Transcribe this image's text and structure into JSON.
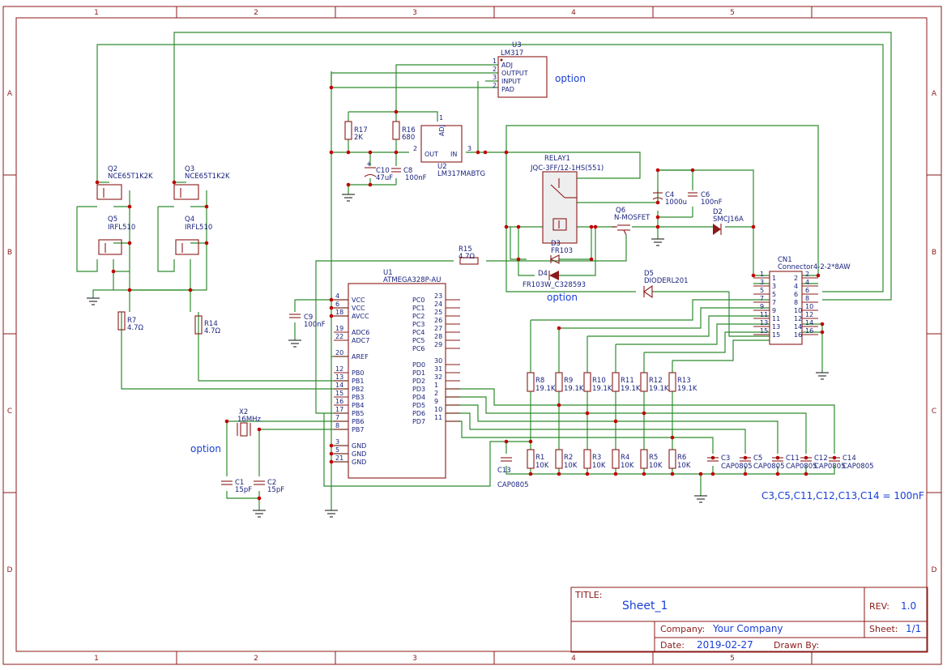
{
  "frame": {
    "columns": [
      "1",
      "2",
      "3",
      "4",
      "5"
    ],
    "rows": [
      "A",
      "B",
      "C",
      "D"
    ]
  },
  "notes": {
    "option_top": "option",
    "option_mid": "option",
    "option_left": "option",
    "cap_note": "C3,C5,C11,C12,C13,C14 = 100nF"
  },
  "parts": {
    "u3": {
      "ref": "U3",
      "value": "LM317",
      "pins": [
        "ADJ",
        "OUTPUT",
        "INPUT",
        "PAD"
      ],
      "pin_nums": [
        "1",
        "2",
        "3",
        "2"
      ]
    },
    "u2": {
      "ref": "U2",
      "value": "LM317MABTG",
      "out": "OUT",
      "in": "IN",
      "adj": "ADJ",
      "pin2": "2",
      "pin3": "3",
      "pin1": "1"
    },
    "r17": {
      "ref": "R17",
      "value": "2K"
    },
    "r16": {
      "ref": "R16",
      "value": "680"
    },
    "c10": {
      "ref": "C10",
      "value": "47uF"
    },
    "c8": {
      "ref": "C8",
      "value": "100nF"
    },
    "relay": {
      "ref": "RELAY1",
      "value": "JQC-3FF/12-1HS(551)"
    },
    "c4": {
      "ref": "C4",
      "value": "1000u"
    },
    "c6": {
      "ref": "C6",
      "value": "100nF"
    },
    "q6": {
      "ref": "Q6",
      "value": "N-MOSFET"
    },
    "d2": {
      "ref": "D2",
      "value": "SMCJ16A"
    },
    "d3": {
      "ref": "D3",
      "value": "FR103"
    },
    "d4": {
      "ref": "D4",
      "value": "FR103W_C328593"
    },
    "d5": {
      "ref": "D5",
      "value": "DIODERL201"
    },
    "r15": {
      "ref": "R15",
      "value": "4.7Ω"
    },
    "q2": {
      "ref": "Q2",
      "value": "NCE65T1K2K"
    },
    "q3": {
      "ref": "Q3",
      "value": "NCE65T1K2K"
    },
    "q5": {
      "ref": "Q5",
      "value": "IRFL510"
    },
    "q4": {
      "ref": "Q4",
      "value": "IRFL510"
    },
    "r7": {
      "ref": "R7",
      "value": "4.7Ω"
    },
    "r14": {
      "ref": "R14",
      "value": "4.7Ω"
    },
    "c9": {
      "ref": "C9",
      "value": "100nF"
    },
    "x2": {
      "ref": "X2",
      "value": "16MHz"
    },
    "c1": {
      "ref": "C1",
      "value": "15pF"
    },
    "c2": {
      "ref": "C2",
      "value": "15pF"
    },
    "u1": {
      "ref": "U1",
      "value": "ATMEGA328P-AU"
    },
    "cn1": {
      "ref": "CN1",
      "value": "Connector4-2-2*8AW"
    },
    "c13": {
      "ref": "C13",
      "value": "CAP0805"
    },
    "c3": {
      "ref": "C3",
      "value": "CAP0805"
    },
    "c5": {
      "ref": "C5",
      "value": "CAP0805"
    },
    "c11": {
      "ref": "C11",
      "value": "CAP0805"
    },
    "c12": {
      "ref": "C12",
      "value": "CAP0805"
    },
    "c14": {
      "ref": "C14",
      "value": "CAP0805"
    }
  },
  "upper_resistors": [
    {
      "ref": "R8",
      "value": "19.1K"
    },
    {
      "ref": "R9",
      "value": "19.1K"
    },
    {
      "ref": "R10",
      "value": "19.1K"
    },
    {
      "ref": "R11",
      "value": "19.1K"
    },
    {
      "ref": "R12",
      "value": "19.1K"
    },
    {
      "ref": "R13",
      "value": "19.1K"
    }
  ],
  "lower_resistors": [
    {
      "ref": "R1",
      "value": "10K"
    },
    {
      "ref": "R2",
      "value": "10K"
    },
    {
      "ref": "R3",
      "value": "10K"
    },
    {
      "ref": "R4",
      "value": "10K"
    },
    {
      "ref": "R5",
      "value": "10K"
    },
    {
      "ref": "R6",
      "value": "10K"
    }
  ],
  "u1_left_pins": [
    {
      "num": "4",
      "name": "VCC"
    },
    {
      "num": "6",
      "name": "VCC"
    },
    {
      "num": "18",
      "name": "AVCC"
    },
    {
      "num": "19",
      "name": "ADC6"
    },
    {
      "num": "22",
      "name": "ADC7"
    },
    {
      "num": "20",
      "name": "AREF"
    },
    {
      "num": "12",
      "name": "PB0"
    },
    {
      "num": "13",
      "name": "PB1"
    },
    {
      "num": "14",
      "name": "PB2"
    },
    {
      "num": "15",
      "name": "PB3"
    },
    {
      "num": "16",
      "name": "PB4"
    },
    {
      "num": "17",
      "name": "PB5"
    },
    {
      "num": "7",
      "name": "PB6"
    },
    {
      "num": "8",
      "name": "PB7"
    },
    {
      "num": "3",
      "name": "GND"
    },
    {
      "num": "5",
      "name": "GND"
    },
    {
      "num": "21",
      "name": "GND"
    }
  ],
  "u1_right_pins": [
    {
      "num": "23",
      "name": "PC0"
    },
    {
      "num": "24",
      "name": "PC1"
    },
    {
      "num": "25",
      "name": "PC2"
    },
    {
      "num": "26",
      "name": "PC3"
    },
    {
      "num": "27",
      "name": "PC4"
    },
    {
      "num": "28",
      "name": "PC5"
    },
    {
      "num": "29",
      "name": "PC6"
    },
    {
      "num": "30",
      "name": "PD0"
    },
    {
      "num": "31",
      "name": "PD1"
    },
    {
      "num": "32",
      "name": "PD2"
    },
    {
      "num": "1",
      "name": "PD3"
    },
    {
      "num": "2",
      "name": "PD4"
    },
    {
      "num": "9",
      "name": "PD5"
    },
    {
      "num": "10",
      "name": "PD6"
    },
    {
      "num": "11",
      "name": "PD7"
    }
  ],
  "cn1_left_pins": [
    "1",
    "3",
    "5",
    "7",
    "9",
    "11",
    "13",
    "15"
  ],
  "cn1_right_pins": [
    "2",
    "4",
    "6",
    "8",
    "10",
    "12",
    "14",
    "16"
  ],
  "title_block": {
    "title_label": "TITLE:",
    "title": "Sheet_1",
    "rev_label": "REV:",
    "rev": "1.0",
    "company_label": "Company:",
    "company": "Your Company",
    "sheet_label": "Sheet:",
    "sheet": "1/1",
    "date_label": "Date:",
    "date": "2019-02-27",
    "drawn_label": "Drawn By:",
    "drawn": ""
  }
}
